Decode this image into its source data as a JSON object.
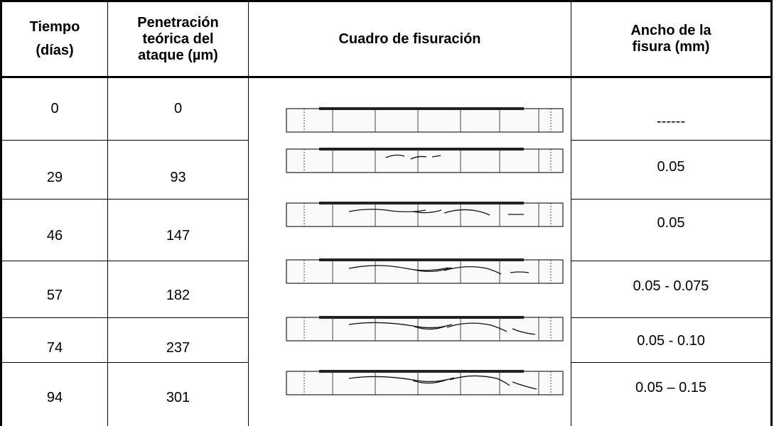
{
  "table": {
    "headers": {
      "tiempo": [
        "Tiempo",
        "(días)"
      ],
      "penetracion": [
        "Penetración",
        "teórica del",
        "ataque (µm)"
      ],
      "cuadro": "Cuadro de fisuración",
      "ancho": [
        "Ancho de la",
        "fisura (mm)"
      ]
    },
    "rows": [
      {
        "tiempo": "0",
        "penetracion": "0",
        "ancho": "------",
        "cracks": 0
      },
      {
        "tiempo": "29",
        "penetracion": "93",
        "ancho": "0.05",
        "cracks": 1
      },
      {
        "tiempo": "46",
        "penetracion": "147",
        "ancho": "0.05",
        "cracks": 2
      },
      {
        "tiempo": "57",
        "penetracion": "182",
        "ancho": "0.05 - 0.075",
        "cracks": 3
      },
      {
        "tiempo": "74",
        "penetracion": "237",
        "ancho": "0.05 - 0.10",
        "cracks": 4
      },
      {
        "tiempo": "94",
        "penetracion": "301",
        "ancho": "0.05 – 0.15",
        "cracks": 5
      }
    ]
  }
}
